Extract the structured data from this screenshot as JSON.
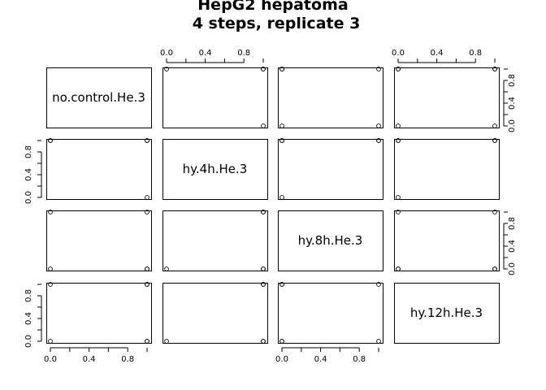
{
  "chart_data": {
    "type": "scatter",
    "title": "HepG2 hepatoma",
    "subtitle": "4 steps, replicate 3",
    "variables": [
      "no.control.He.3",
      "hy.4h.He.3",
      "hy.8h.He.3",
      "hy.12h.He.3"
    ],
    "axis_ticks": [
      "0.0",
      "0.4",
      "0.8"
    ],
    "axis_range": [
      0,
      1
    ],
    "panels": [
      {
        "row": 0,
        "col": 1,
        "x_var": "hy.4h.He.3",
        "y_var": "no.control.He.3",
        "points": [
          [
            0,
            1
          ],
          [
            1,
            1
          ],
          [
            1,
            1
          ],
          [
            1,
            0
          ]
        ]
      },
      {
        "row": 0,
        "col": 2,
        "x_var": "hy.8h.He.3",
        "y_var": "no.control.He.3",
        "points": [
          [
            0,
            1
          ],
          [
            0,
            1
          ],
          [
            1,
            1
          ],
          [
            0,
            0
          ],
          [
            1,
            0
          ]
        ]
      },
      {
        "row": 0,
        "col": 3,
        "x_var": "hy.12h.He.3",
        "y_var": "no.control.He.3",
        "points": [
          [
            0,
            1
          ],
          [
            0,
            1
          ],
          [
            1,
            1
          ],
          [
            1,
            1
          ],
          [
            0,
            0
          ],
          [
            1,
            0
          ]
        ]
      },
      {
        "row": 1,
        "col": 0,
        "x_var": "no.control.He.3",
        "y_var": "hy.4h.He.3",
        "points": [
          [
            0,
            1
          ],
          [
            0,
            1
          ],
          [
            1,
            1
          ],
          [
            1,
            1
          ],
          [
            1,
            0
          ]
        ]
      },
      {
        "row": 1,
        "col": 2,
        "x_var": "hy.8h.He.3",
        "y_var": "hy.4h.He.3",
        "points": [
          [
            0,
            1
          ],
          [
            0,
            1
          ],
          [
            1,
            1
          ],
          [
            1,
            1
          ],
          [
            0,
            0
          ]
        ]
      },
      {
        "row": 1,
        "col": 3,
        "x_var": "hy.12h.He.3",
        "y_var": "hy.4h.He.3",
        "points": [
          [
            0,
            1
          ],
          [
            0,
            1
          ],
          [
            1,
            1
          ],
          [
            1,
            1
          ],
          [
            0,
            0
          ]
        ]
      },
      {
        "row": 2,
        "col": 0,
        "x_var": "no.control.He.3",
        "y_var": "hy.8h.He.3",
        "points": [
          [
            0,
            1
          ],
          [
            1,
            1
          ],
          [
            0,
            0
          ],
          [
            1,
            0
          ],
          [
            1,
            0
          ]
        ]
      },
      {
        "row": 2,
        "col": 1,
        "x_var": "hy.4h.He.3",
        "y_var": "hy.8h.He.3",
        "points": [
          [
            1,
            1
          ],
          [
            1,
            1
          ],
          [
            0,
            0
          ],
          [
            1,
            0
          ],
          [
            1,
            0
          ]
        ]
      },
      {
        "row": 2,
        "col": 3,
        "x_var": "hy.12h.He.3",
        "y_var": "hy.8h.He.3",
        "points": [
          [
            0,
            1
          ],
          [
            1,
            1
          ],
          [
            0,
            0
          ],
          [
            0,
            0
          ],
          [
            1,
            0
          ],
          [
            1,
            0
          ]
        ]
      },
      {
        "row": 3,
        "col": 0,
        "x_var": "no.control.He.3",
        "y_var": "hy.12h.He.3",
        "points": [
          [
            0,
            1
          ],
          [
            1,
            1
          ],
          [
            1,
            1
          ],
          [
            0,
            0
          ],
          [
            1,
            0
          ],
          [
            1,
            0
          ]
        ]
      },
      {
        "row": 3,
        "col": 1,
        "x_var": "hy.4h.He.3",
        "y_var": "hy.12h.He.3",
        "points": [
          [
            1,
            1
          ],
          [
            1,
            1
          ],
          [
            0,
            0
          ],
          [
            1,
            0
          ],
          [
            1,
            0
          ]
        ]
      },
      {
        "row": 3,
        "col": 2,
        "x_var": "hy.8h.He.3",
        "y_var": "hy.12h.He.3",
        "points": [
          [
            0,
            1
          ],
          [
            0,
            1
          ],
          [
            1,
            1
          ],
          [
            0,
            0
          ],
          [
            0,
            0
          ],
          [
            1,
            0
          ]
        ]
      }
    ],
    "grid": false,
    "legend": "none"
  }
}
